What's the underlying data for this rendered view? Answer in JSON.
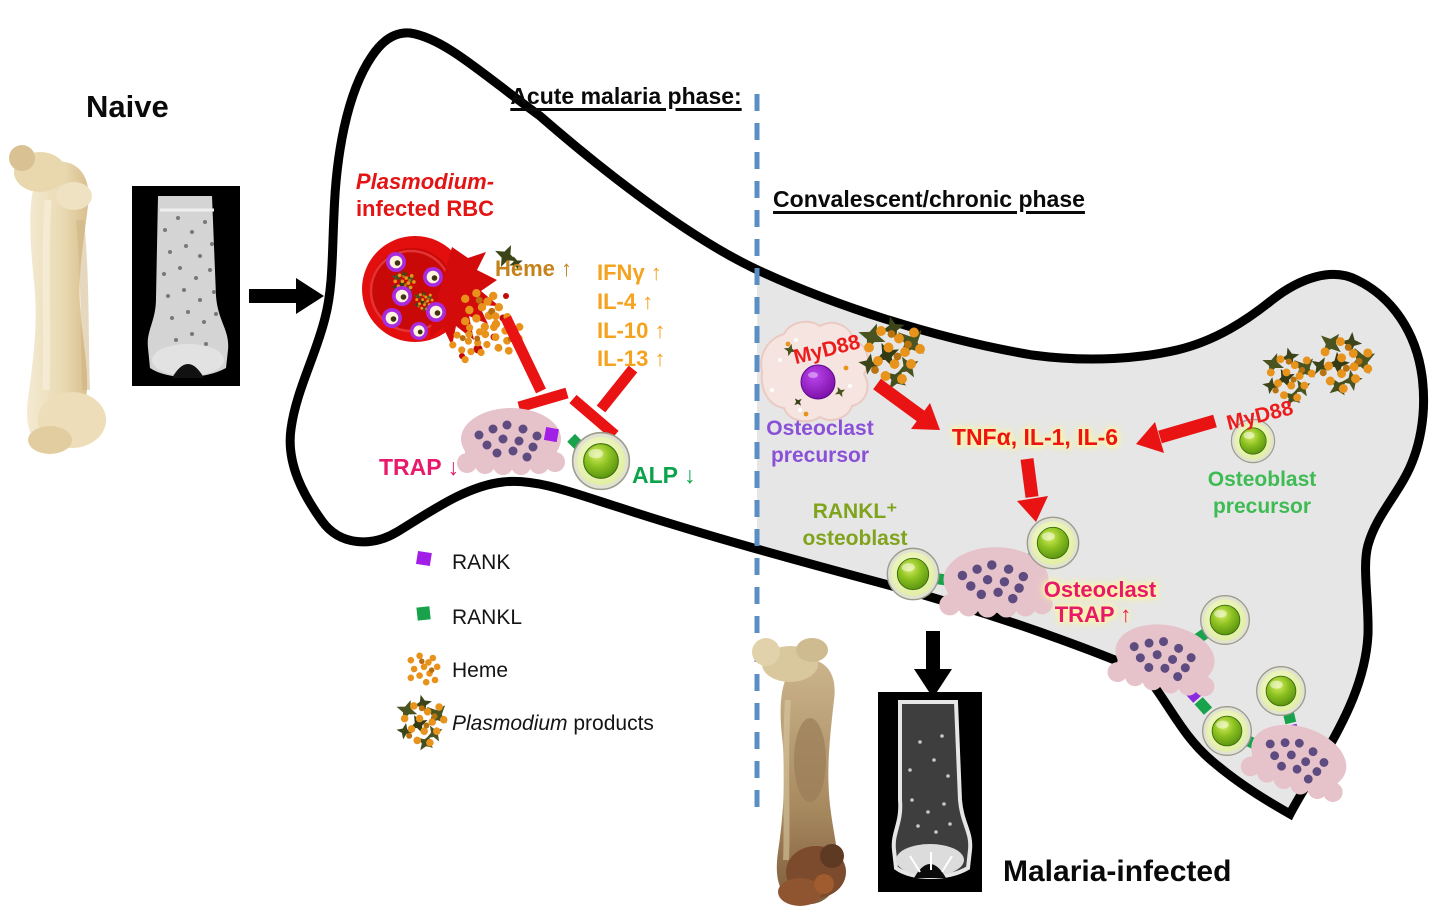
{
  "titles": {
    "naive": "Naive",
    "acute": "Acute malaria phase:",
    "chronic": "Convalescent/chronic phase",
    "malaria_infected": "Malaria-infected"
  },
  "acute": {
    "rbc_line1": "Plasmodium-",
    "rbc_line2": "infected RBC",
    "heme": "Heme ↑",
    "cytokines": [
      "IFNγ ↑",
      "IL-4 ↑",
      "IL-10 ↑",
      "IL-13 ↑"
    ],
    "trap": "TRAP ↓",
    "alp": "ALP ↓"
  },
  "chronic": {
    "myd88": "MyD88",
    "osteoclast_precursor": [
      "Osteoclast",
      "precursor"
    ],
    "cytokines": "TNFα, IL-1, IL-6",
    "osteoblast_precursor": [
      "Osteoblast",
      "precursor"
    ],
    "rankl_osteoblast": [
      "RANKL⁺",
      "osteoblast"
    ],
    "osteoclast_trap": [
      "Osteoclast",
      "TRAP ↑"
    ]
  },
  "legend": {
    "rank": "RANK",
    "rankl": "RANKL",
    "heme": "Heme",
    "plasmodium_italic": "Plasmodium",
    "plasmodium_rest": " products"
  },
  "colors": {
    "red_label": "#E41414",
    "heme_label": "#C5821A",
    "cytokine_orange": "#F5A21E",
    "trap_pink": "#E8186B",
    "alp_green": "#0CA44A",
    "osteoclast_precursor_purple": "#8B50D8",
    "osteoblast_precursor_green": "#3FBB54",
    "rankl_osteoblast_olive": "#7FA41C",
    "tnf_red": "#ED1414",
    "myd88_red": "#ED1C1C",
    "rank_square": "#A21FE8",
    "rankl_square": "#18A24C",
    "dashed_divider_blue": "#5B8EC4",
    "bone_gray_region": "#E6E6E6",
    "osteoclast_cell_pink": "#E6C3CB"
  }
}
